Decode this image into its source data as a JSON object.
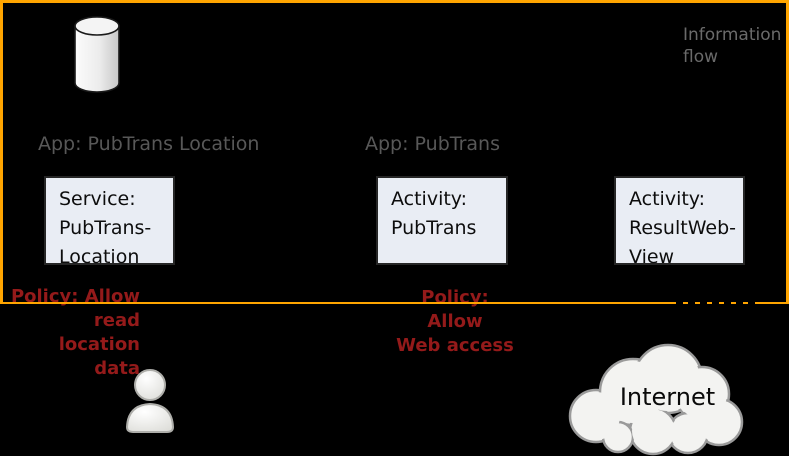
{
  "diagram": {
    "info_flow_label": [
      "Information",
      "flow"
    ],
    "apps": [
      {
        "label": "App: PubTrans Location"
      },
      {
        "label": "App: PubTrans"
      }
    ],
    "boxes": [
      {
        "lines": [
          "Service:",
          "PubTrans-",
          "Location"
        ]
      },
      {
        "lines": [
          "Activity:",
          "PubTrans"
        ]
      },
      {
        "lines": [
          "Activity:",
          "ResultWeb-",
          "View"
        ]
      }
    ],
    "policies": [
      {
        "lines": [
          "Policy: Allow",
          "read location",
          "data"
        ]
      },
      {
        "lines": [
          "Policy: Allow",
          "Web access"
        ]
      }
    ],
    "internet_label": "Internet"
  },
  "icons": {
    "database": "database-cylinder-icon",
    "user": "user-icon",
    "cloud": "internet-cloud-icon"
  },
  "colors": {
    "background": "#000000",
    "flow_border": "#ffa500",
    "app_label_text": "#585858",
    "info_flow_text": "#6a6a6a",
    "box_fill": "#e9edf4",
    "box_border": "#262626",
    "box_text": "#0d0d0d",
    "policy_text": "#941a1a",
    "cloud_fill": "#f3f3f1",
    "cloud_outline": "#9a9a9a"
  }
}
